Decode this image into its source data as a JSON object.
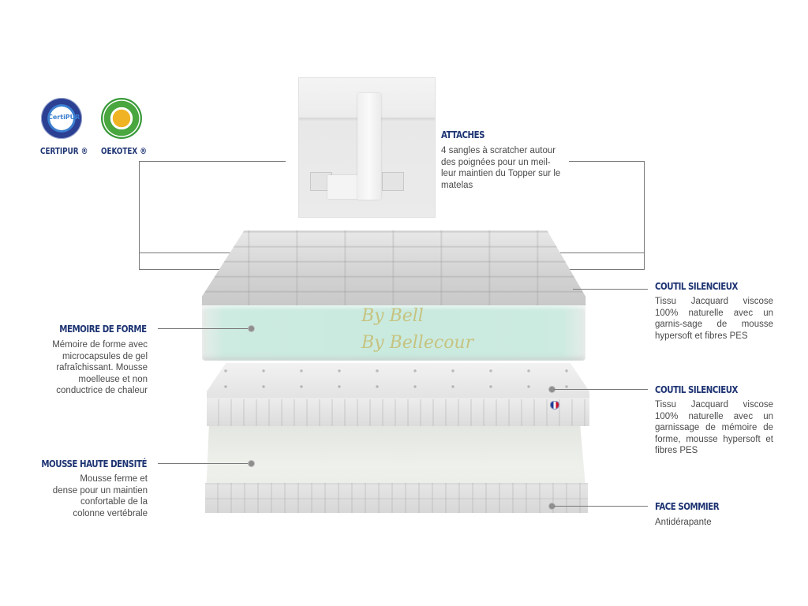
{
  "certifications": [
    {
      "label": "CERTIPUR ®",
      "logo_text": "CertiPUR",
      "icon": "certipur-seal-icon",
      "color": "#2b3f93"
    },
    {
      "label": "OEKOTEX ®",
      "icon": "oekotex-seal-icon",
      "color": "#3a9a3a",
      "center_color": "#f0b323"
    }
  ],
  "callouts": {
    "attaches": {
      "title": "ATTACHES",
      "text": "4 sangles à scratcher autour des poignées pour un meil-leur maintien du Topper sur le matelas"
    },
    "coutil_1": {
      "title": "COUTIL SILENCIEUX",
      "text": "Tissu Jacquard viscose 100% naturelle avec un garnis-sage de mousse hypersoft et fibres PES"
    },
    "memoire": {
      "title": "MEMOIRE DE FORME",
      "lines": [
        "Mémoire de forme avec",
        "microcapsules de gel",
        "rafraîchissant. Mousse",
        "moelleuse et non",
        "conductrice de chaleur"
      ]
    },
    "coutil_2": {
      "title": "COUTIL SILENCIEUX",
      "text": "Tissu Jacquard viscose 100% naturelle avec un garnissage de mémoire de forme, mousse hypersoft et fibres PES"
    },
    "mousse": {
      "title": "MOUSSE HAUTE DENSITÉ",
      "lines": [
        "Mousse ferme et",
        "dense pour un maintien",
        "confortable de la",
        "colonne vertébrale"
      ]
    },
    "face_sommier": {
      "title": "FACE SOMMIER",
      "text": "Antidérapante"
    }
  },
  "brand": {
    "script_line_1": "By Bell",
    "script_line_2": "By Bellecour"
  },
  "colors": {
    "heading": "#1e3473",
    "body_text": "#4a4a4a",
    "connector": "#777777",
    "memory_foam": "#c9eadf"
  }
}
